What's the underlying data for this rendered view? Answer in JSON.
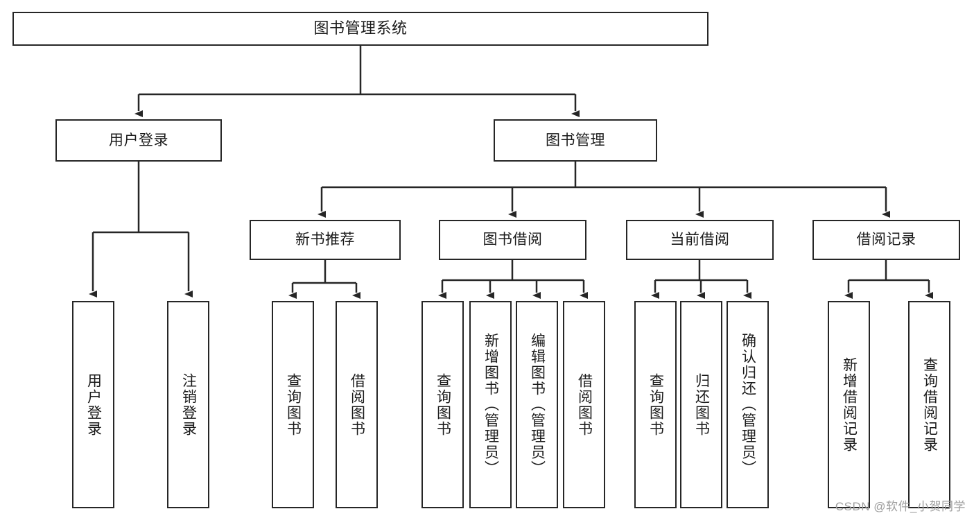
{
  "diagram": {
    "title": "图书管理系统",
    "type": "tree",
    "root": {
      "id": "root",
      "label": "图书管理系统"
    },
    "level1": [
      {
        "id": "user-login",
        "label": "用户登录"
      },
      {
        "id": "book-manage",
        "label": "图书管理"
      }
    ],
    "level2": [
      {
        "id": "new-book-recommend",
        "label": "新书推荐",
        "parent": "book-manage"
      },
      {
        "id": "book-borrow",
        "label": "图书借阅",
        "parent": "book-manage"
      },
      {
        "id": "current-borrow",
        "label": "当前借阅",
        "parent": "book-manage"
      },
      {
        "id": "borrow-record",
        "label": "借阅记录",
        "parent": "book-manage"
      }
    ],
    "leaves": [
      {
        "id": "leaf-user-login",
        "label": "用户登录",
        "parent": "user-login"
      },
      {
        "id": "leaf-logout",
        "label": "注销登录",
        "parent": "user-login"
      },
      {
        "id": "leaf-query-book-1",
        "label": "查询图书",
        "parent": "new-book-recommend"
      },
      {
        "id": "leaf-borrow-book-1",
        "label": "借阅图书",
        "parent": "new-book-recommend"
      },
      {
        "id": "leaf-query-book-2",
        "label": "查询图书",
        "parent": "book-borrow"
      },
      {
        "id": "leaf-add-book",
        "label": "新增图书（管理员）",
        "parent": "book-borrow"
      },
      {
        "id": "leaf-edit-book",
        "label": "编辑图书（管理员）",
        "parent": "book-borrow"
      },
      {
        "id": "leaf-borrow-book-2",
        "label": "借阅图书",
        "parent": "book-borrow"
      },
      {
        "id": "leaf-query-book-3",
        "label": "查询图书",
        "parent": "current-borrow"
      },
      {
        "id": "leaf-return-book",
        "label": "归还图书",
        "parent": "current-borrow"
      },
      {
        "id": "leaf-confirm-return",
        "label": "确认归还（管理员）",
        "parent": "current-borrow"
      },
      {
        "id": "leaf-add-record",
        "label": "新增借阅记录",
        "parent": "borrow-record"
      },
      {
        "id": "leaf-query-record",
        "label": "查询借阅记录",
        "parent": "borrow-record"
      }
    ]
  },
  "watermark": {
    "text": "CSDN @软件_小贺同学"
  },
  "colors": {
    "stroke": "#262626",
    "background": "#ffffff",
    "text": "#1b1b1b",
    "watermark": "#9e9e9e"
  }
}
